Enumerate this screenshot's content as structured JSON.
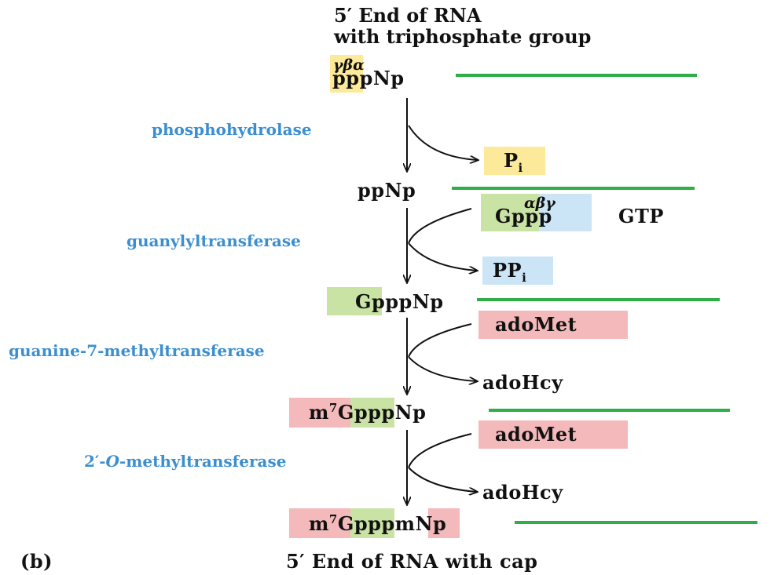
{
  "header": {
    "line1": "5′ End of RNA",
    "line2": "with triphosphate group"
  },
  "molecules": {
    "start_greek": "γβα",
    "start": "pppNp",
    "pi": "P",
    "pi_sub": "i",
    "ppnp": "ppNp",
    "gtp_greek": "αβγ",
    "gppp": "Gppp",
    "gtp": "GTP",
    "ppi": "PP",
    "ppi_sub": "i",
    "gpppnp": "GpppNp",
    "adomet1": "adoMet",
    "adohcy1": "adoHcy",
    "m7_prefix": "m",
    "m7_sup": "7",
    "m7gpppnp_rest": "GpppNp",
    "adomet2": "adoMet",
    "adohcy2": "adoHcy",
    "final_prefix": "m",
    "final_sup": "7",
    "final_rest": "GpppmNp"
  },
  "enzymes": {
    "e1": "phosphohydrolase",
    "e2": "guanylyltransferase",
    "e3": "guanine-7-methyltransferase",
    "e4_prefix": "2′-",
    "e4_italic": "O",
    "e4_suffix": "-methyltransferase"
  },
  "footer": {
    "panel_label": "(b)",
    "caption": "5′ End of RNA with cap"
  },
  "colors": {
    "yellow": "#fde99a",
    "green": "#c9e3a4",
    "blue": "#cce5f6",
    "pink": "#f4b9bb",
    "rna_strand": "#2fae48",
    "enzyme_text": "#3b8fd0"
  }
}
